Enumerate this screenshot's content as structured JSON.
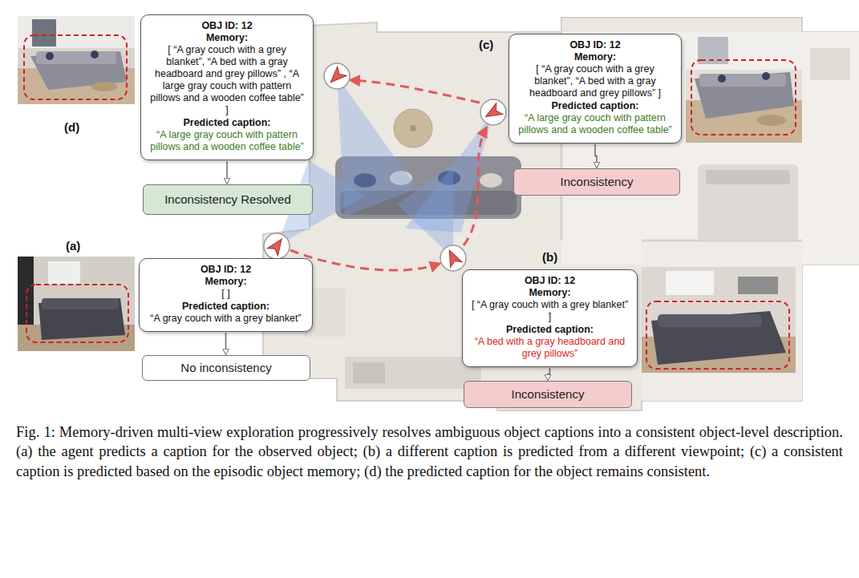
{
  "diagram": {
    "caption": "Fig. 1: Memory-driven multi-view exploration progressively resolves ambiguous object captions into a consistent object-level description. (a) the agent predicts a caption for the observed object; (b) a different caption is predicted from a different viewpoint; (c) a consistent caption is predicted based on the episodic object memory; (d) the predicted caption for the object remains consistent.",
    "nodes": [
      {
        "text": [
          "OBJ ID: 12",
          "Memory:",
          "[ “A gray couch with a grey blanket”, “A bed with a gray headboard and grey pillows” , “A large gray couch with pattern pillows and a wooden coffee table” ]",
          "Predicted caption:",
          "“A large gray couch with pattern pillows and a wooden coffee table”"
        ]
      },
      {
        "text": [
          "Inconsistency Resolved"
        ]
      },
      {
        "text": [
          "OBJ ID: 12",
          "Memory:",
          "[ “A gray couch with a grey blanket”, “A bed with a gray headboard and grey pillows” ]",
          "Predicted caption:",
          "“A large gray couch with pattern pillows and a wooden coffee table”"
        ]
      },
      {
        "text": [
          "Inconsistency"
        ]
      },
      {
        "text": [
          "OBJ ID: 12",
          "Memory:",
          "[ ]",
          "Predicted caption:",
          "“A gray couch with a grey blanket”"
        ]
      },
      {
        "text": [
          "No inconsistency"
        ]
      },
      {
        "text": [
          "OBJ ID: 12",
          "Memory:",
          "[ “A gray couch with a grey blanket” ]",
          "Predicted caption:",
          "“A bed with a gray headboard and grey pillows”"
        ]
      },
      {
        "text": [
          "Inconsistency"
        ]
      }
    ],
    "edges": [
      {
        "from": 0,
        "to": 1,
        "arrow": "to"
      },
      {
        "from": 2,
        "to": 3,
        "arrow": "to"
      },
      {
        "from": 4,
        "to": 5,
        "arrow": "to"
      },
      {
        "from": 6,
        "to": 7,
        "arrow": "to"
      }
    ],
    "labels": [
      "(d)",
      "(c)",
      "(a)",
      "(b)"
    ]
  }
}
